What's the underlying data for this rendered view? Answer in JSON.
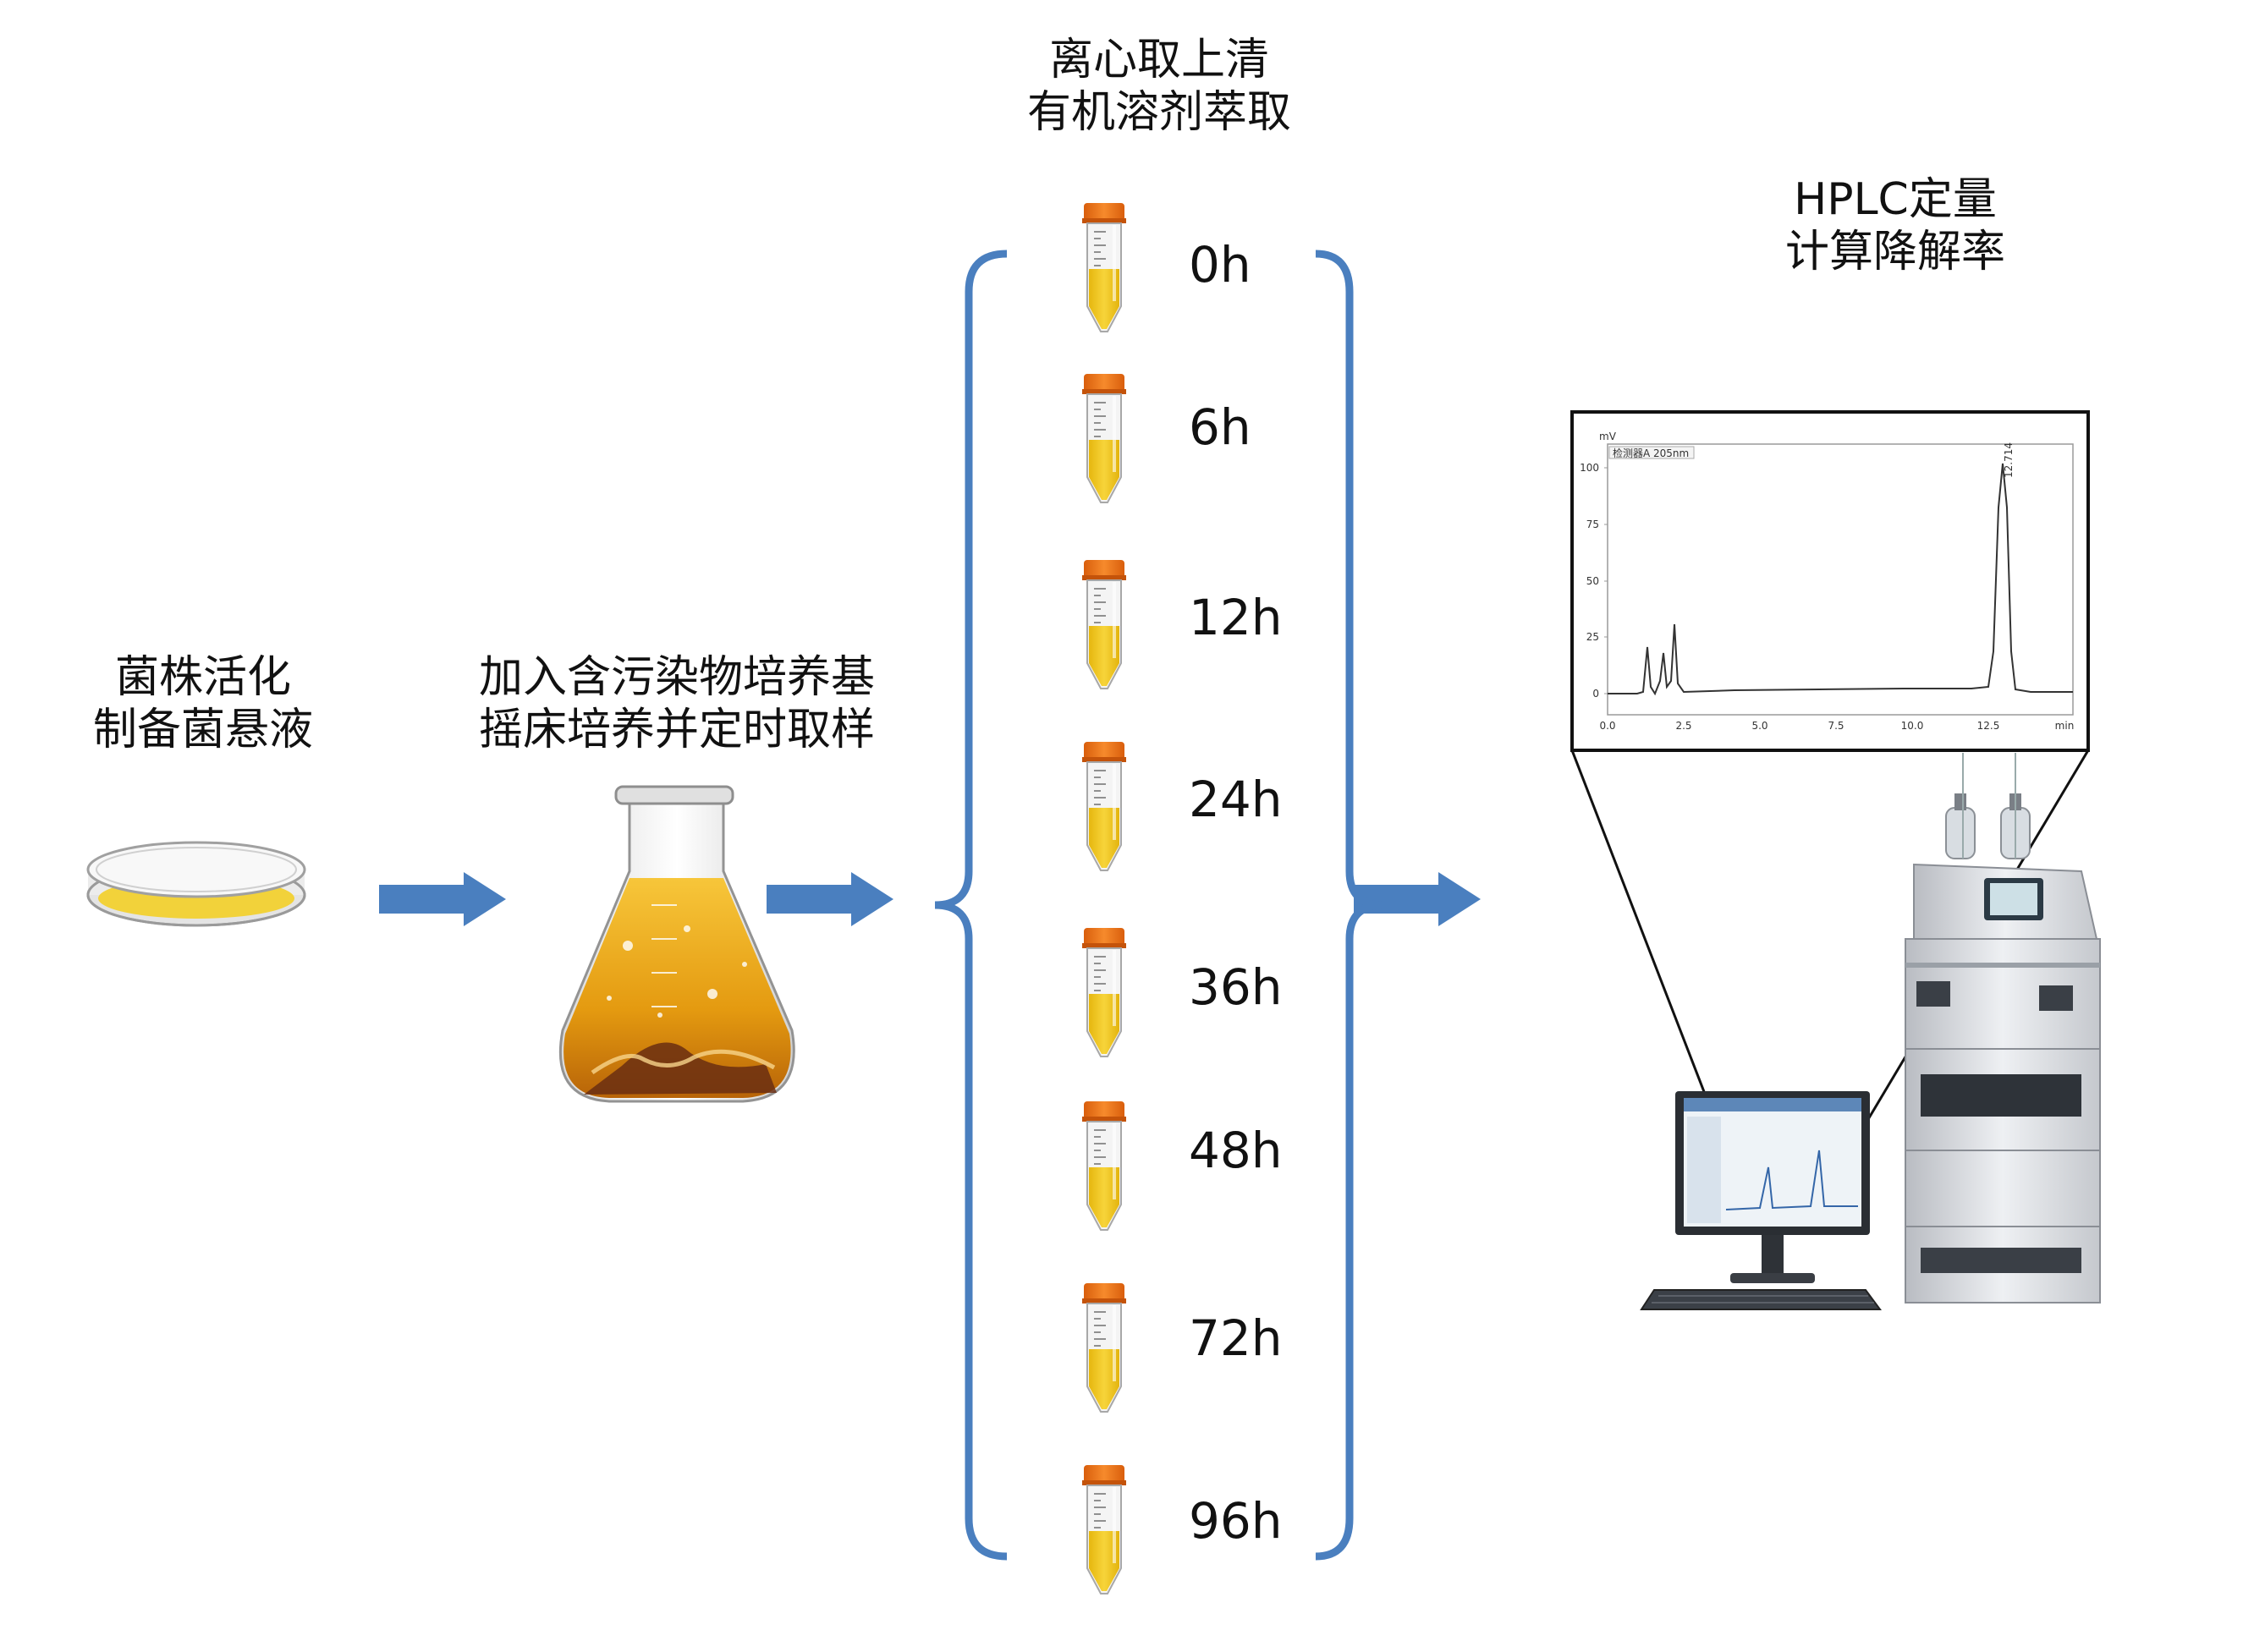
{
  "steps": {
    "activation": {
      "line1": "菌株活化",
      "line2": "制备菌悬液"
    },
    "culture": {
      "line1": "加入含污染物培养基",
      "line2": "摇床培养并定时取样"
    },
    "extraction": {
      "line1": "离心取上清",
      "line2": "有机溶剂萃取"
    },
    "hplc": {
      "line1": "HPLC定量",
      "line2": "计算降解率"
    }
  },
  "timepoints": [
    "0h",
    "6h",
    "12h",
    "24h",
    "36h",
    "48h",
    "72h",
    "96h"
  ],
  "chromatogram": {
    "y_unit": "mV",
    "detector_label": "检测器A 205nm",
    "y_ticks": [
      "100",
      "75",
      "50",
      "25",
      "0"
    ],
    "x_ticks": [
      "0.0",
      "2.5",
      "5.0",
      "7.5",
      "10.0",
      "12.5"
    ],
    "x_unit": "min",
    "peak_label": "12.714"
  },
  "colors": {
    "arrow": "#4a7fbf",
    "brace": "#4a7fbf",
    "liquid": "#f2c619",
    "cap": "#f07a1a",
    "flask_liquid": "#e8a10e"
  }
}
